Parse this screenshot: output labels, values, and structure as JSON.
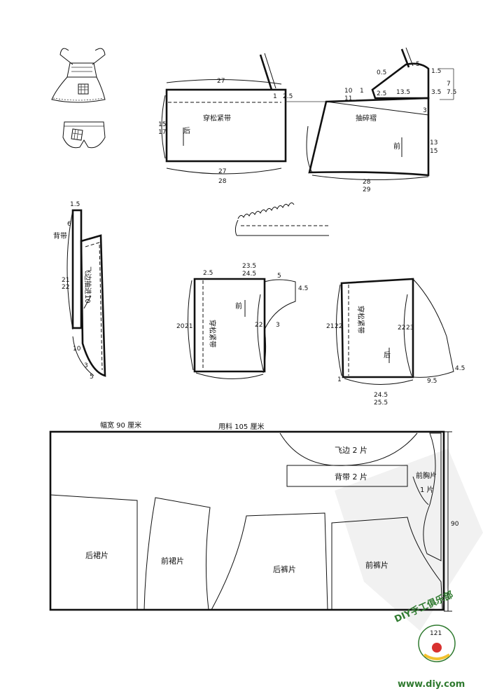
{
  "colors": {
    "ink": "#111111",
    "logo_green": "#2f7a2f",
    "logo_red": "#d8312f",
    "logo_yellow": "#f2c230",
    "watermark": "#e6e6e6"
  },
  "back_skirt": {
    "label_elastic": "穿松紧带",
    "label_back": "后",
    "dim_top": "27",
    "dim_bottom_1": "27",
    "dim_bottom_2": "28",
    "dim_side_1": "15",
    "dim_side_2": "17",
    "dim_corner_1": "1",
    "dim_corner_2": "2.5"
  },
  "front_skirt": {
    "label_gather": "抽碎褶",
    "label_front": "前",
    "dim_05": "0.5",
    "dim_10": "10",
    "dim_11": "11",
    "dim_1": "1",
    "dim_25": "2.5",
    "dim_135": "13.5",
    "dim_35": "3.5",
    "dim_5": "5",
    "dim_15": "1.5",
    "dim_7": "7",
    "dim_75": "7.5",
    "dim_3": "3",
    "dim_13": "13",
    "dim_15b": "15",
    "dim_28": "28",
    "dim_29": "29"
  },
  "strap": {
    "label_strap": "背带",
    "dim_15": "1.5",
    "dim_6": "6",
    "dim_21": "21",
    "dim_22": "22",
    "label_ruffle": "飞边抽进10",
    "dim_10": "10",
    "dim_3": "3",
    "dim_5": "5"
  },
  "front_pants": {
    "label_elastic": "穿松紧带",
    "label_front": "前",
    "dim_25": "2.5",
    "dim_235": "23.5",
    "dim_245": "24.5",
    "dim_5": "5",
    "dim_45": "4.5",
    "dim_20": "20",
    "dim_21": "21",
    "dim_22": "22",
    "dim_3": "3"
  },
  "back_pants": {
    "label_elastic": "穿松紧带",
    "label_back": "后",
    "dim_21": "21",
    "dim_22": "22",
    "dim_1": "1",
    "dim_23": "23",
    "dim_95": "9.5",
    "dim_45": "4.5",
    "dim_245": "24.5",
    "dim_255": "25.5"
  },
  "layout": {
    "fabric_width": "幅宽 90 厘米",
    "fabric_use": "用料 105 厘米",
    "ruffle": "飞边 2 片",
    "strap": "背带 2 片",
    "front_bib_1": "前胸片",
    "front_bib_2": "1 片",
    "back_skirt": "后裙片",
    "front_skirt": "前裙片",
    "back_pants": "后裤片",
    "front_pants": "前裤片",
    "dim_90": "90"
  },
  "footer": {
    "page_number": "121",
    "club": "DIY手工俱乐部",
    "site": "www.diy.com"
  }
}
